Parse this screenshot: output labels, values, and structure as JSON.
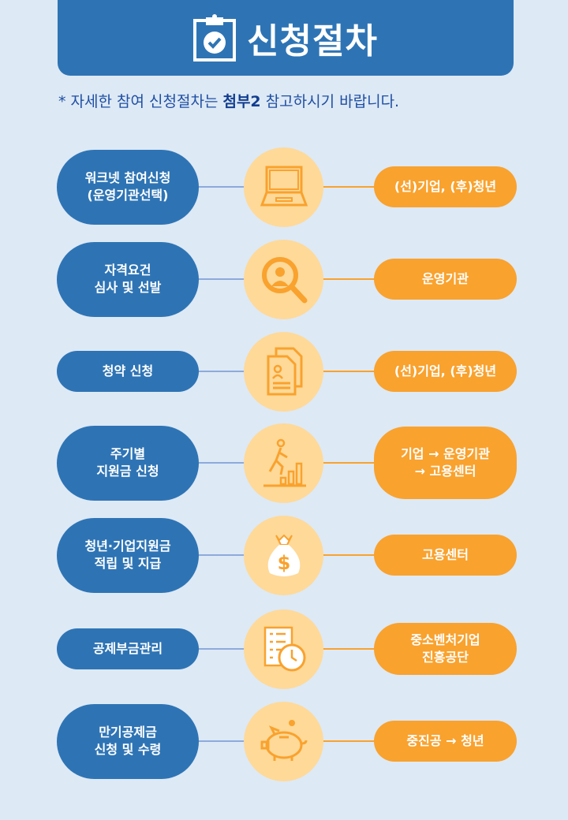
{
  "header": {
    "title": "신청절차",
    "icon": "clipboard-check-icon"
  },
  "note": {
    "prefix": "*  자세한 참여 신청절차는 ",
    "bold": "첨부2",
    "suffix": " 참고하시기 바랍니다."
  },
  "steps": [
    {
      "label": "워크넷 참여신청\n(운영기관선택)",
      "icon": "laptop-icon",
      "actor": "(선)기업, (후)청년"
    },
    {
      "label": "자격요건\n심사 및 선발",
      "icon": "magnifier-person-icon",
      "actor": "운영기관"
    },
    {
      "label": "청약 신청",
      "icon": "document-person-icon",
      "actor": "(선)기업, (후)청년"
    },
    {
      "label": "주기별\n지원금 신청",
      "icon": "climbing-chart-icon",
      "actor": "기업 → 운영기관\n→ 고용센터"
    },
    {
      "label": "청년·기업지원금\n적립 및 지급",
      "icon": "money-bag-icon",
      "actor": "고용센터"
    },
    {
      "label": "공제부금관리",
      "icon": "checklist-clock-icon",
      "actor": "중소벤처기업\n진흥공단"
    },
    {
      "label": "만기공제금\n신청 및 수령",
      "icon": "piggy-bank-icon",
      "actor": "중진공 → 청년"
    }
  ]
}
